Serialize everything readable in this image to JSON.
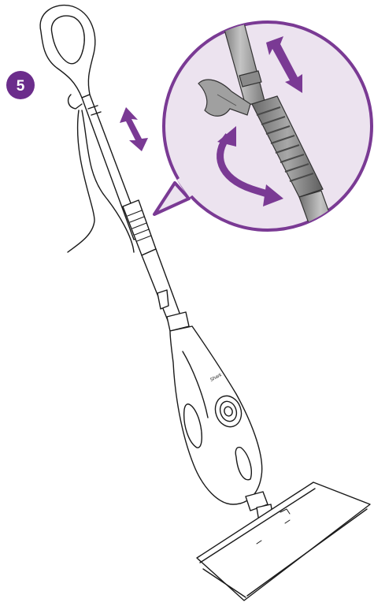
{
  "step": {
    "number": "5"
  },
  "device": {
    "brand_label": "Shark"
  },
  "colors": {
    "accent": "#6b2d8b",
    "callout_fill": "#ece3ef",
    "callout_stroke": "#7a3a94",
    "arrow": "#7a3a94",
    "pole": "#9a9a9a",
    "grip": "#8e8e8e",
    "outline": "#1a1a1a"
  },
  "icons": [
    "step-badge",
    "up-down-arrow-icon",
    "rotate-arrow-icon",
    "magnified-callout"
  ]
}
